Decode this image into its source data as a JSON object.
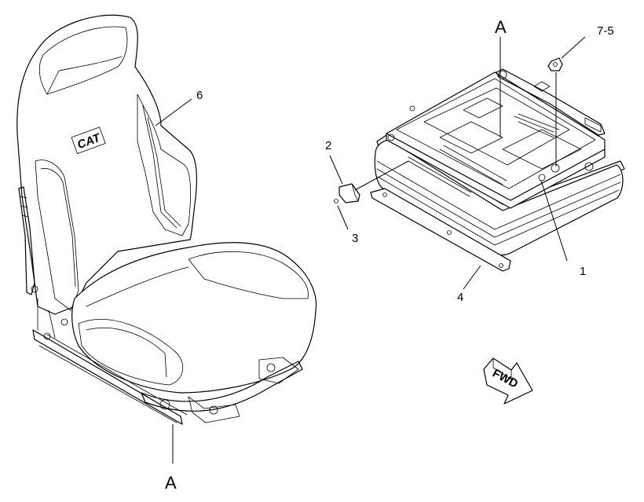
{
  "callouts": {
    "c1": "1",
    "c2": "2",
    "c3": "3",
    "c4": "4",
    "c6": "6",
    "c75": "7-5"
  },
  "section_labels": {
    "top": "A",
    "bottom": "A"
  },
  "seat_logo": "CAT",
  "direction_arrow": {
    "label": "FWD",
    "icon": "forward-arrow-icon"
  },
  "colors": {
    "line": "#000000",
    "background": "#ffffff"
  }
}
